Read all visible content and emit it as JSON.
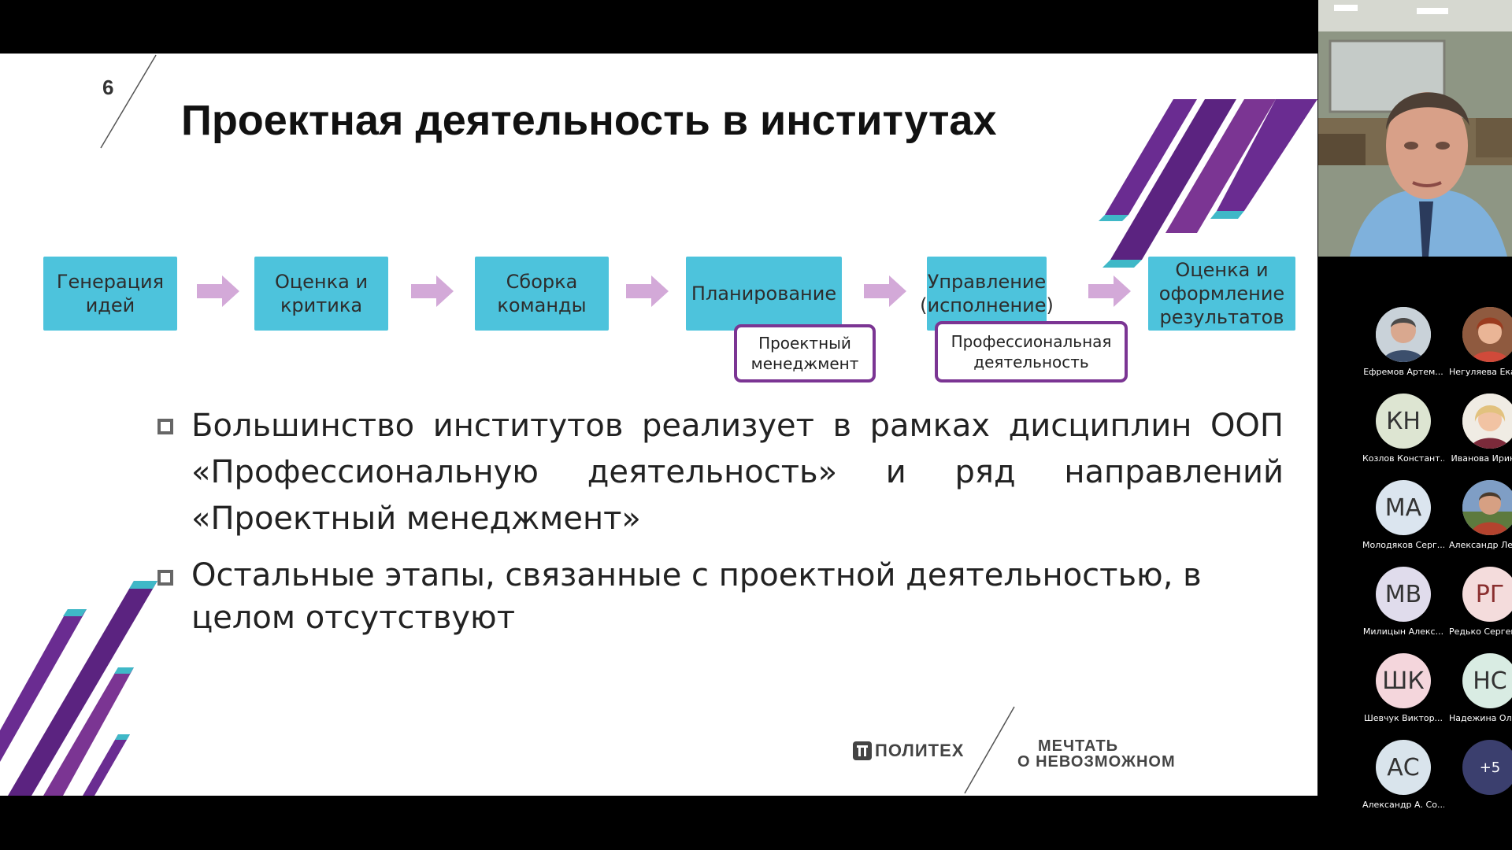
{
  "slide": {
    "number": "6",
    "title": "Проектная деятельность в институтах",
    "steps": [
      {
        "line1": "Генерация",
        "line2": "идей",
        "line3": ""
      },
      {
        "line1": "Оценка и",
        "line2": "критика",
        "line3": ""
      },
      {
        "line1": "Сборка",
        "line2": "команды",
        "line3": ""
      },
      {
        "line1": "Планирование",
        "line2": "",
        "line3": ""
      },
      {
        "line1": "Управление",
        "line2": "(исполнение)",
        "line3": ""
      },
      {
        "line1": "Оценка и",
        "line2": "оформление",
        "line3": "результатов"
      }
    ],
    "notes": [
      {
        "line1": "Проектный",
        "line2": "менеджмент"
      },
      {
        "line1": "Профессиональная",
        "line2": "деятельность"
      }
    ],
    "bullets": [
      "Большинство институтов реализует в рамках дисциплин ООП «Профессиональную деятельность» и ряд направлений «Проектный менеджмент»",
      "Остальные этапы, связанные с проектной деятельностью, в целом отсутствуют"
    ],
    "logos": {
      "politeh": "ПОЛИТЕХ",
      "dream_line1": "МЕЧТАТЬ",
      "dream_line2": "О НЕВОЗМОЖНОМ"
    },
    "colors": {
      "step": "#4dc3dc",
      "arrow": "#d3a9d8",
      "note_border": "#7b3593",
      "stripe_purple": "#6a2c91",
      "stripe_teal": "#3fb8c7"
    }
  },
  "participants": {
    "items": [
      {
        "name": "Ефремов Артем...",
        "initials": "",
        "photo": true,
        "color": "#c9d2d9"
      },
      {
        "name": "Негуляева Екате...",
        "initials": "",
        "photo": true,
        "color": "#d49a7a"
      },
      {
        "name": "Козлов Констант...",
        "initials": "КН",
        "photo": false,
        "color": "#dde5d2"
      },
      {
        "name": "Иванова Ирина...",
        "initials": "",
        "photo": true,
        "color": "#e2d3b6"
      },
      {
        "name": "Молодяков Серг...",
        "initials": "МА",
        "photo": false,
        "color": "#dbe5ef"
      },
      {
        "name": "Александр Левч...",
        "initials": "",
        "photo": true,
        "color": "#8aa5c2"
      },
      {
        "name": "Милицын Алекс...",
        "initials": "МВ",
        "photo": false,
        "color": "#e0dcec"
      },
      {
        "name": "Редько Сергей Ге...",
        "initials": "РГ",
        "photo": false,
        "color": "#f4dcdc"
      },
      {
        "name": "Шевчук Виктор...",
        "initials": "ШК",
        "photo": false,
        "color": "#f4d6dc"
      },
      {
        "name": "Надежина Ольга...",
        "initials": "НС",
        "photo": false,
        "color": "#d9ece3"
      },
      {
        "name": "Александр А. Со...",
        "initials": "АС",
        "photo": false,
        "color": "#d9e4ec"
      }
    ],
    "more": "+5"
  }
}
